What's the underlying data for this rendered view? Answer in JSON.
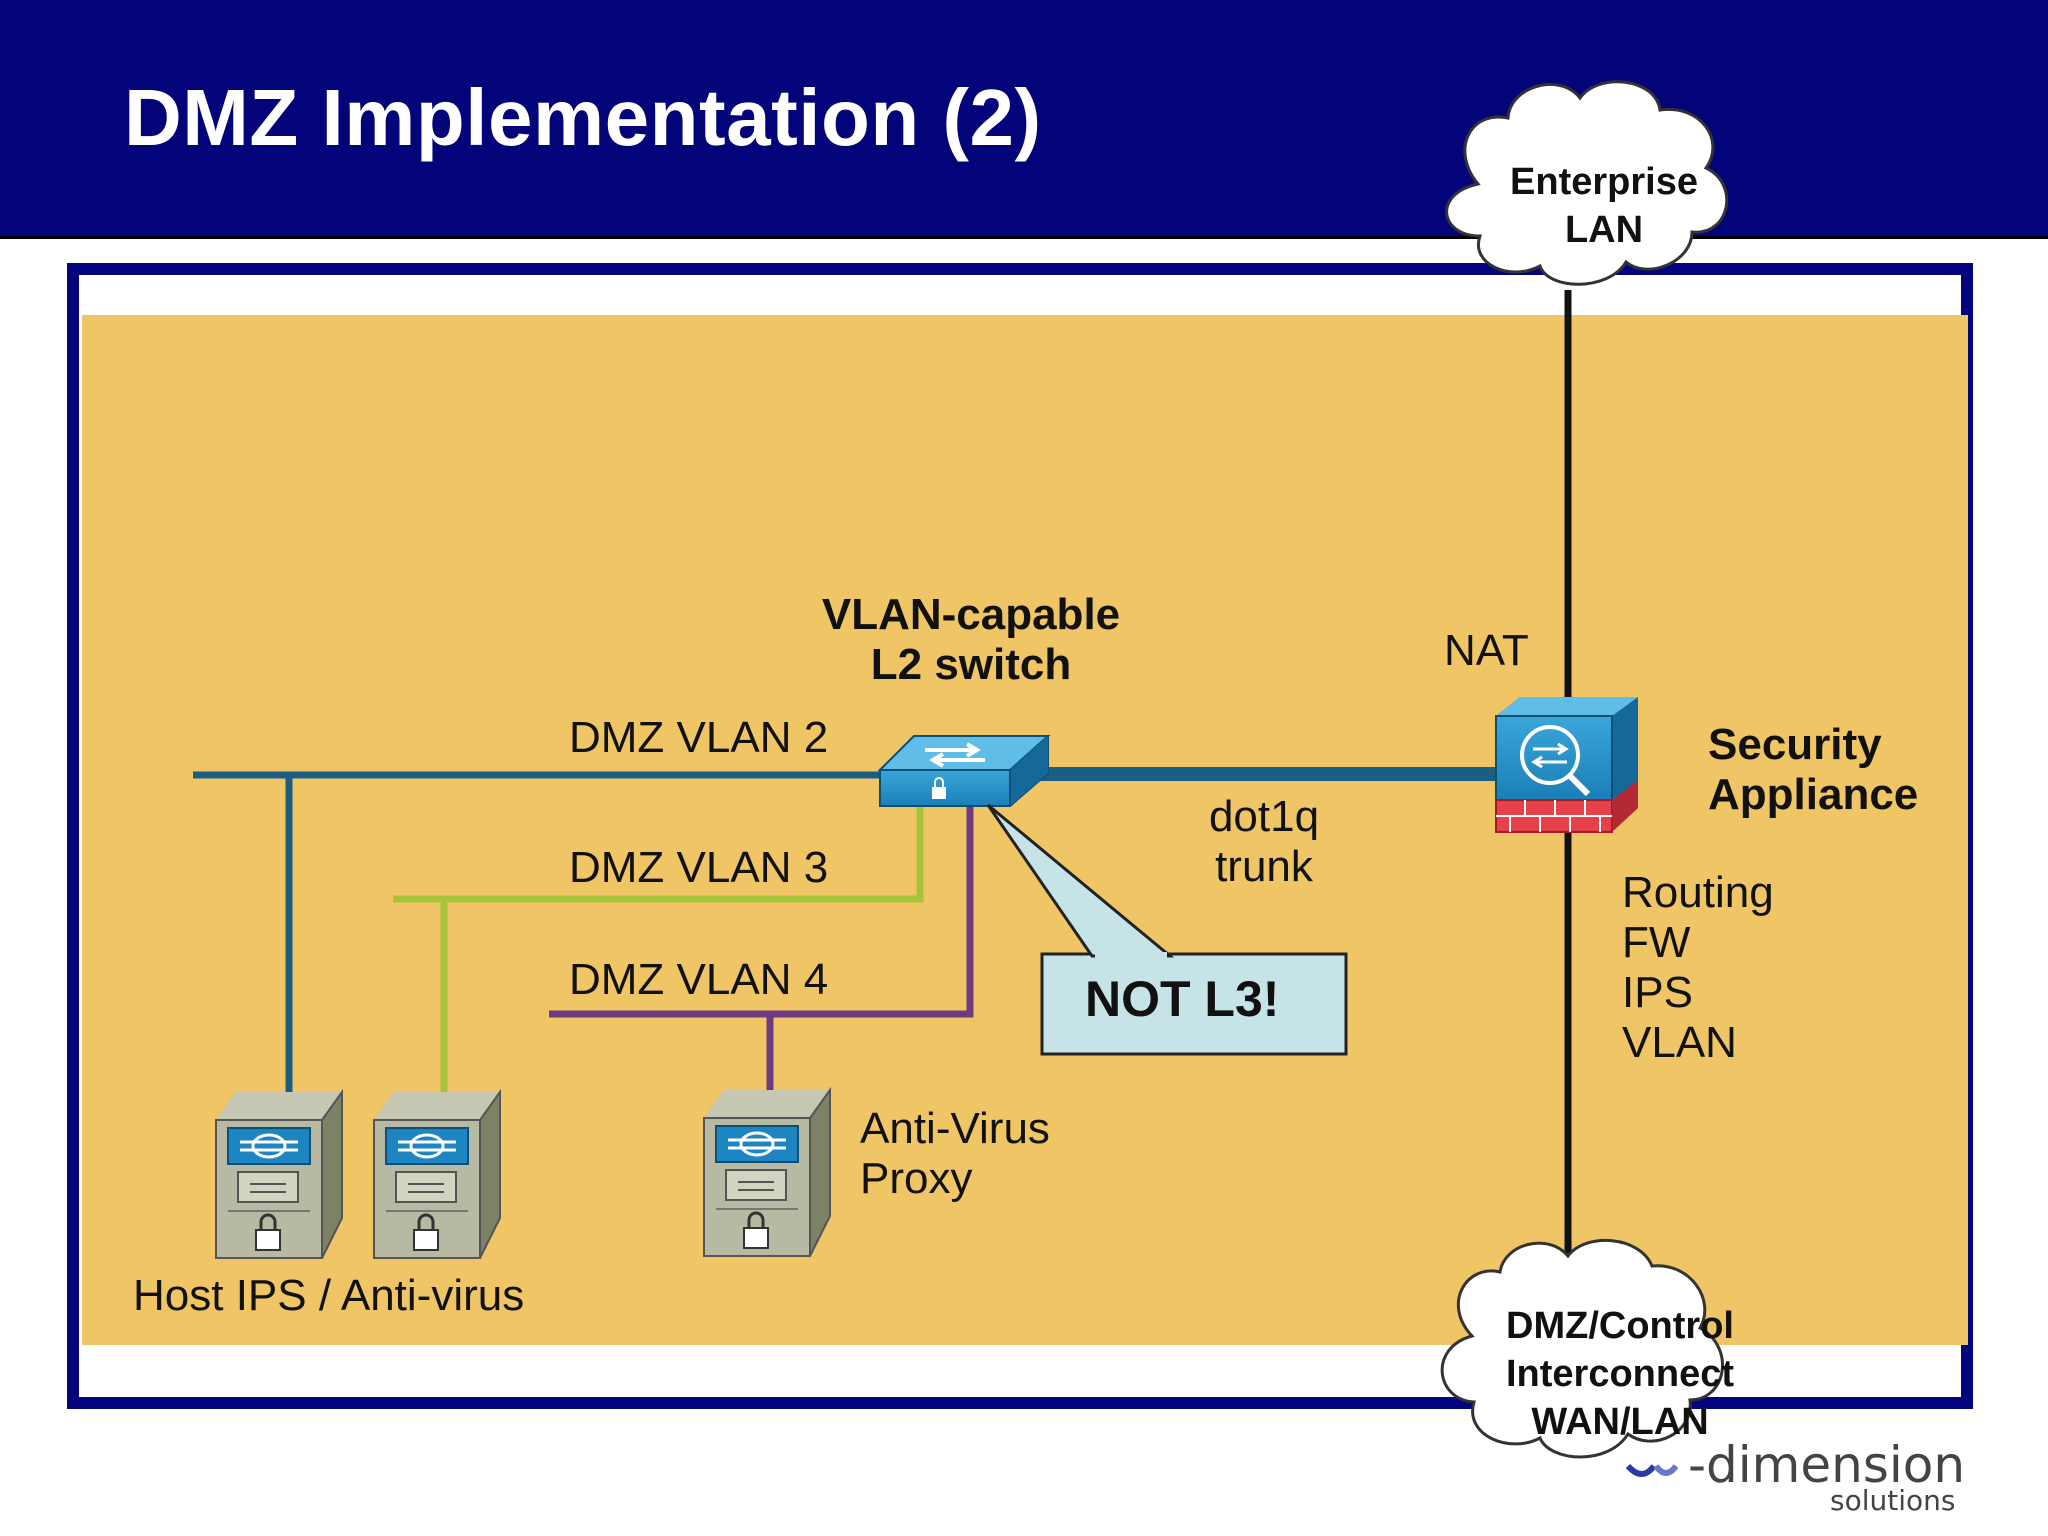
{
  "slide": {
    "title": "DMZ Implementation (2)"
  },
  "clouds": {
    "enterprise": [
      "Enterprise",
      "LAN"
    ],
    "dmz": [
      "DMZ/Control",
      "Interconnect",
      "WAN/LAN"
    ]
  },
  "labels": {
    "switch": [
      "VLAN-capable",
      "L2 switch"
    ],
    "nat": "NAT",
    "trunk": [
      "dot1q",
      "trunk"
    ],
    "appliance": [
      "Security",
      "Appliance"
    ],
    "features": [
      "Routing",
      "FW",
      "IPS",
      "VLAN"
    ],
    "vlan2": "DMZ VLAN 2",
    "vlan3": "DMZ VLAN 3",
    "vlan4": "DMZ VLAN 4",
    "proxy": [
      "Anti-Virus",
      "Proxy"
    ],
    "hosts": "Host IPS / Anti-virus"
  },
  "callout": "NOT L3!",
  "logo": {
    "word": "-dimension",
    "sub": "solutions"
  },
  "colors": {
    "header": "#03037a",
    "panel": "#efc566",
    "vlan2_line": "#1a5e84",
    "vlan3_line": "#a8c23a",
    "vlan4_line": "#6e3a82",
    "callout_fill": "#c6e4e8"
  }
}
